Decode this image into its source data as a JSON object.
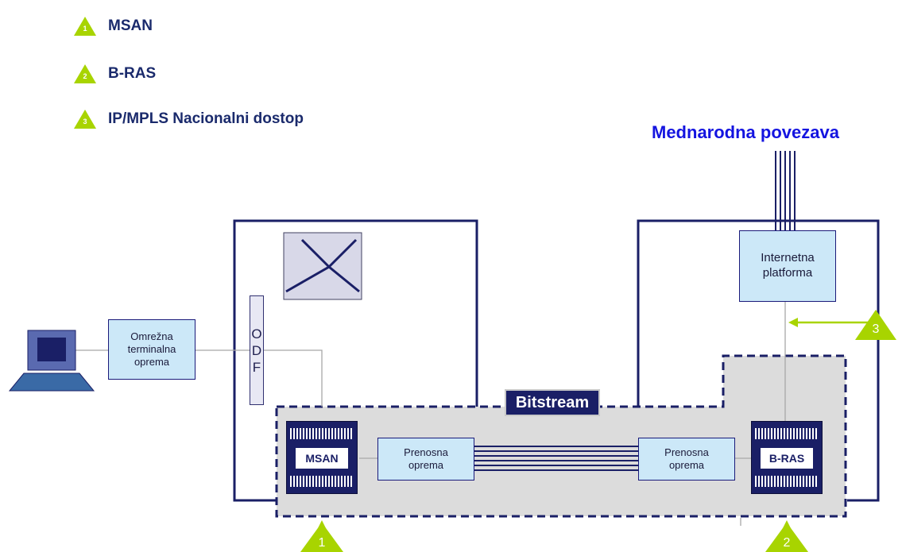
{
  "legend": [
    {
      "num": "1",
      "label": "MSAN"
    },
    {
      "num": "2",
      "label": "B-RAS"
    },
    {
      "num": "3",
      "label": "IP/MPLS Nacionalni dostop"
    }
  ],
  "intl_title": "Mednarodna povezava",
  "boxes": {
    "omrezna": "Omrežna terminalna oprema",
    "internetna": "Internetna platforma",
    "prenosna_left": "Prenosna oprema",
    "prenosna_right": "Prenosna oprema"
  },
  "odf_letters": [
    "O",
    "D",
    "F"
  ],
  "bitstream": "Bitstream",
  "nodes": {
    "msan": "MSAN",
    "bras": "B-RAS"
  },
  "markers": {
    "m1": "1",
    "m2": "2",
    "m3": "3"
  },
  "colors": {
    "navy": "#1a1f66",
    "light_blue": "#cce8f8",
    "green_triangle": "#a8d400",
    "title_blue": "#1414e0",
    "region_gray": "#dcdcdc"
  }
}
